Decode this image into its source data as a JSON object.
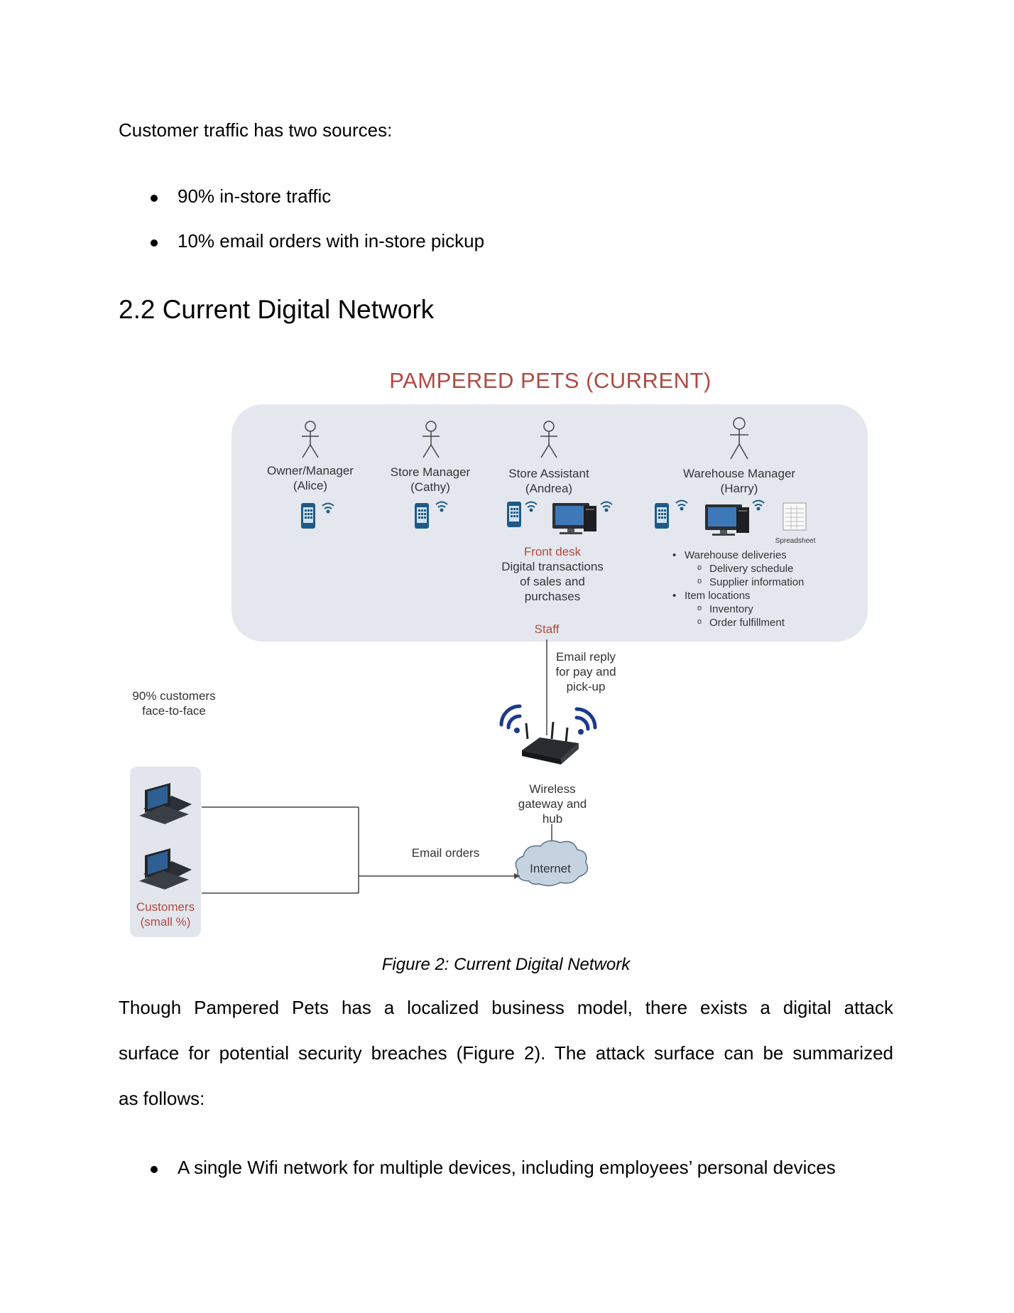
{
  "intro": {
    "text": "Customer traffic has two sources:",
    "bullets": [
      "90% in-store traffic",
      "10% email orders with in-store pickup"
    ]
  },
  "section_heading": "2.2 Current Digital Network",
  "diagram": {
    "title": "PAMPERED PETS (CURRENT)",
    "roles": [
      {
        "name": "Owner/Manager",
        "person": "(Alice)"
      },
      {
        "name": "Store Manager",
        "person": "(Cathy)"
      },
      {
        "name": "Store Assistant",
        "person": "(Andrea)"
      },
      {
        "name": "Warehouse Manager",
        "person": "(Harry)"
      }
    ],
    "front_desk": {
      "label": "Front desk",
      "lines": [
        "Digital transactions",
        "of sales and",
        "purchases"
      ]
    },
    "spreadsheet_label": "Spreadsheet",
    "warehouse_list": [
      {
        "item": "Warehouse deliveries",
        "subs": [
          "Delivery schedule",
          "Supplier information"
        ]
      },
      {
        "item": "Item locations",
        "subs": [
          "Inventory",
          "Order fulfillment"
        ]
      }
    ],
    "staff_label": "Staff",
    "email_reply": [
      "Email reply",
      "for pay and",
      "pick-up"
    ],
    "customers_f2f": [
      "90% customers",
      "face-to-face"
    ],
    "gateway": [
      "Wireless",
      "gateway and",
      "hub"
    ],
    "email_orders": "Email orders",
    "internet": "Internet",
    "customers": [
      "Customers",
      "(small %)"
    ],
    "colors": {
      "accent_red": "#b04a42",
      "panel": "#e4e8ee",
      "wifi_blue": "#1a3a8c",
      "device_blue": "#1f5a86"
    }
  },
  "caption": "Figure 2: Current Digital Network",
  "paragraph": {
    "lines": [
      "Though Pampered Pets has a localized business model, there exists a digital attack",
      "surface for potential security breaches (Figure 2). The attack surface can be summarized",
      "as follows:"
    ]
  },
  "bottom_bullets": [
    "A single Wifi network for multiple devices, including employees’ personal devices"
  ]
}
